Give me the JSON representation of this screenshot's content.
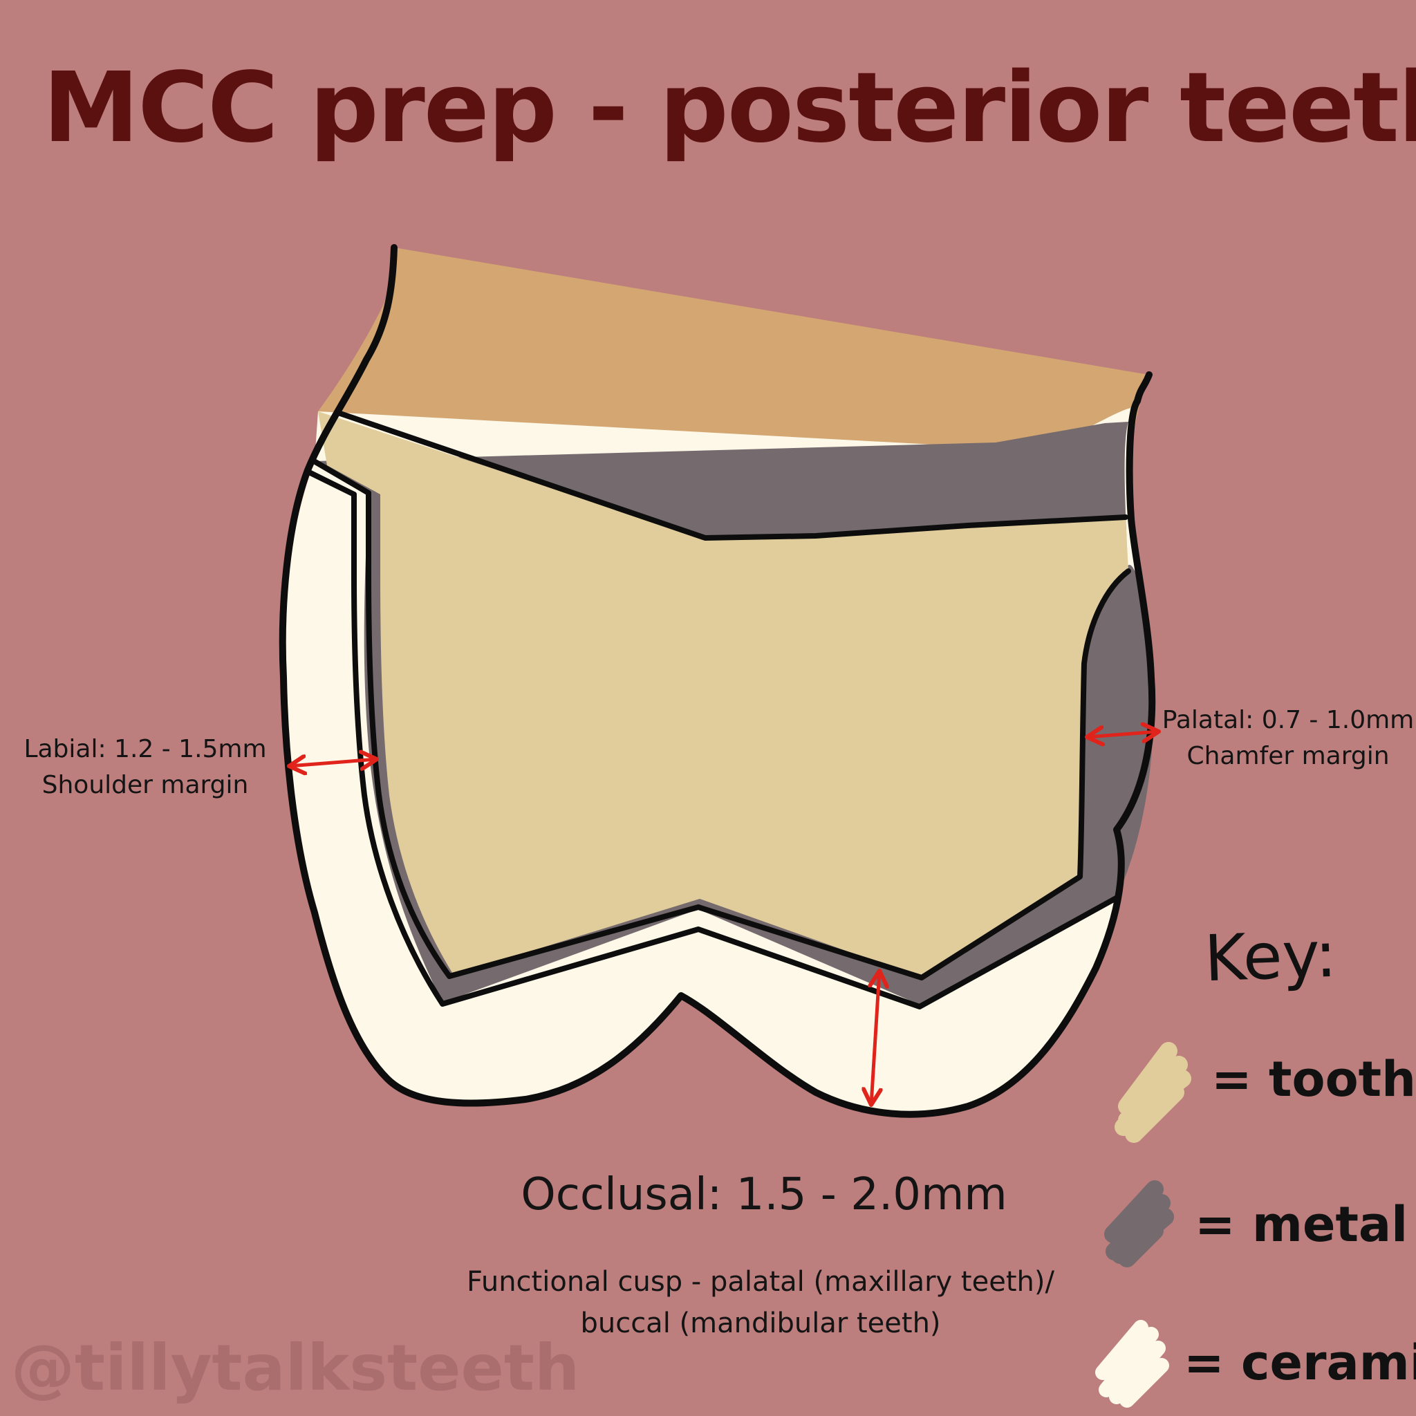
{
  "title": "MCC prep - posterior teeth",
  "labels": {
    "labial_line1": "Labial: 1.2 - 1.5mm",
    "labial_line2": "Shoulder margin",
    "palatal_line1": "Palatal: 0.7 - 1.0mm",
    "palatal_line2": "Chamfer margin",
    "occlusal": "Occlusal: 1.5 - 2.0mm",
    "functional_cusp": "Functional cusp - palatal (maxillary teeth)/ buccal (mandibular teeth)"
  },
  "key": {
    "title": "Key:",
    "items": [
      {
        "label": "= tooth",
        "color": "#e0cd9b"
      },
      {
        "label": "= metal",
        "color": "#756a6d"
      },
      {
        "label": "= ceramic",
        "color": "#fdf8e8"
      }
    ]
  },
  "colors": {
    "background": "#bd7e7e",
    "title": "#5a110f",
    "root": "#d3a672",
    "tooth": "#e0cd9b",
    "metal": "#756a6d",
    "ceramic": "#fdf8e8",
    "arrows": "#e0241c",
    "outline": "#0d0d0d"
  },
  "watermark": "@tillytalksteeth"
}
